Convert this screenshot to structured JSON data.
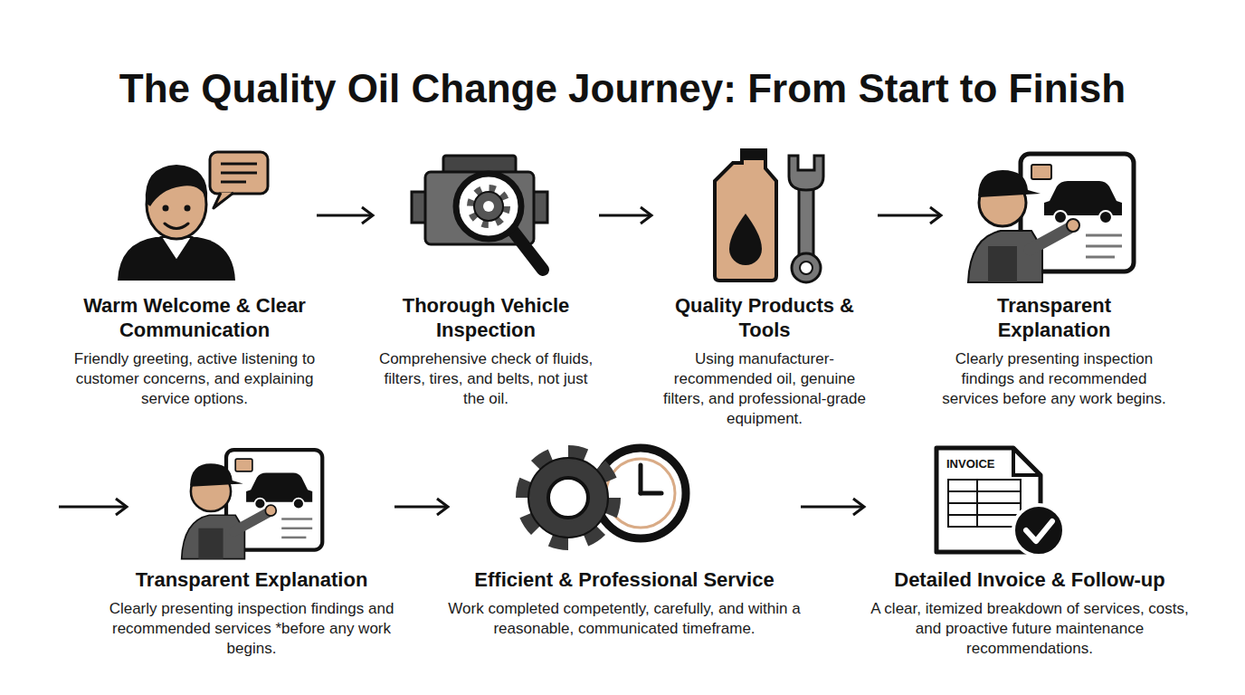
{
  "diagram": {
    "title": "The Quality Oil Change Journey: From Start to Finish",
    "nodes": [
      {
        "text": [
          "Warm Welcome & Clear Communication",
          "Friendly greeting, active listening to customer concerns, and explaining service options."
        ]
      },
      {
        "text": [
          "Thorough Vehicle Inspection",
          "Comprehensive check of fluids, filters, tires, and belts, not just the oil."
        ]
      },
      {
        "text": [
          "Quality Products & Tools",
          "Using manufacturer-recommended oil, genuine filters, and professional-grade equipment."
        ]
      },
      {
        "text": [
          "Transparent Explanation",
          "Clearly presenting inspection findings and recommended services before any work begins."
        ]
      },
      {
        "text": [
          "Transparent Explanation",
          "Clearly presenting inspection findings and recommended services *before any work begins."
        ]
      },
      {
        "text": [
          "Efficient & Professional Service",
          "Work completed competently, carefully, and within a reasonable, communicated timeframe."
        ]
      },
      {
        "text": [
          "Detailed Invoice & Follow-up",
          "A clear, itemized breakdown of services, costs, and proactive future maintenance recommendations."
        ]
      }
    ],
    "edges": [
      {
        "from": 0,
        "to": 1,
        "arrow": "to"
      },
      {
        "from": 1,
        "to": 2,
        "arrow": "to"
      },
      {
        "from": 2,
        "to": 3,
        "arrow": "to"
      },
      {
        "from": 4,
        "to": 5,
        "arrow": "to"
      },
      {
        "from": 5,
        "to": 6,
        "arrow": "to"
      }
    ],
    "labels": [
      "INVOICE"
    ]
  }
}
